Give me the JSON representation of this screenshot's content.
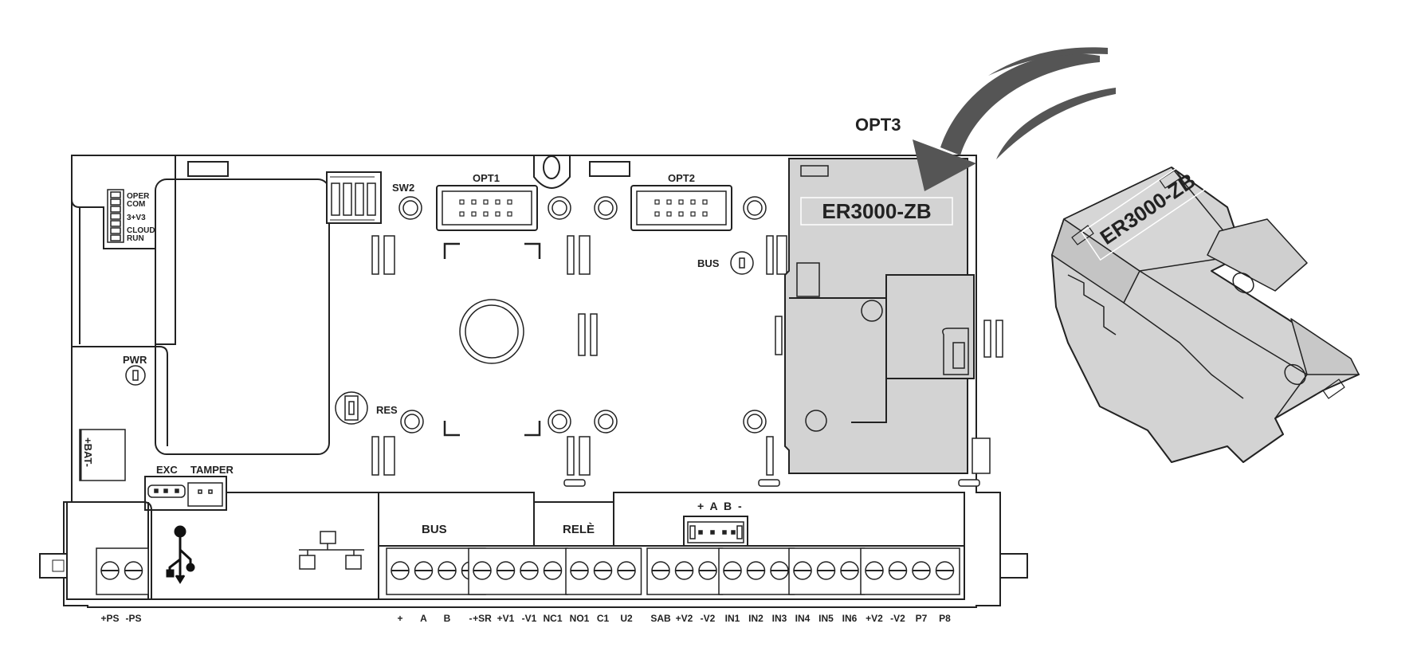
{
  "module": {
    "slot_title": "OPT3",
    "model_label": "ER3000-ZB",
    "installed_model_label": "ER3000-ZB",
    "fill_color": "#d3d3d3",
    "arrow_color": "#555555"
  },
  "board": {
    "led_labels": [
      "OPER",
      "COM",
      "3+V3",
      "CLOUD",
      "RUN"
    ],
    "dip_switch_label": "SW2",
    "connectors": {
      "opt1": "OPT1",
      "opt2": "OPT2",
      "bus_led": "BUS",
      "pwr_led": "PWR",
      "reset": "RES",
      "battery": "+BAT-",
      "exc": "EXC",
      "tamper": "TAMPER",
      "rs485_pins": "+ A B -"
    },
    "section_labels": {
      "bus": "BUS",
      "relay": "RELÈ"
    },
    "icons": [
      "usb-icon",
      "network-icon"
    ],
    "terminal_groups": [
      {
        "name": "power",
        "labels": [
          "+PS",
          "-PS"
        ]
      },
      {
        "name": "bus",
        "labels": [
          "+",
          "A",
          "B",
          "-"
        ]
      },
      {
        "name": "siren-power",
        "labels": [
          "+SR",
          "+V1",
          "-V1",
          "NC1"
        ]
      },
      {
        "name": "relay",
        "labels": [
          "NO1",
          "C1",
          "U2"
        ]
      },
      {
        "name": "sab-power",
        "labels": [
          "SAB",
          "+V2",
          "-V2"
        ]
      },
      {
        "name": "inputs-1",
        "labels": [
          "IN1",
          "IN2",
          "IN3"
        ]
      },
      {
        "name": "inputs-2",
        "labels": [
          "IN4",
          "IN5",
          "IN6"
        ]
      },
      {
        "name": "outputs",
        "labels": [
          "+V2",
          "-V2",
          "P7",
          "P8"
        ]
      }
    ]
  }
}
